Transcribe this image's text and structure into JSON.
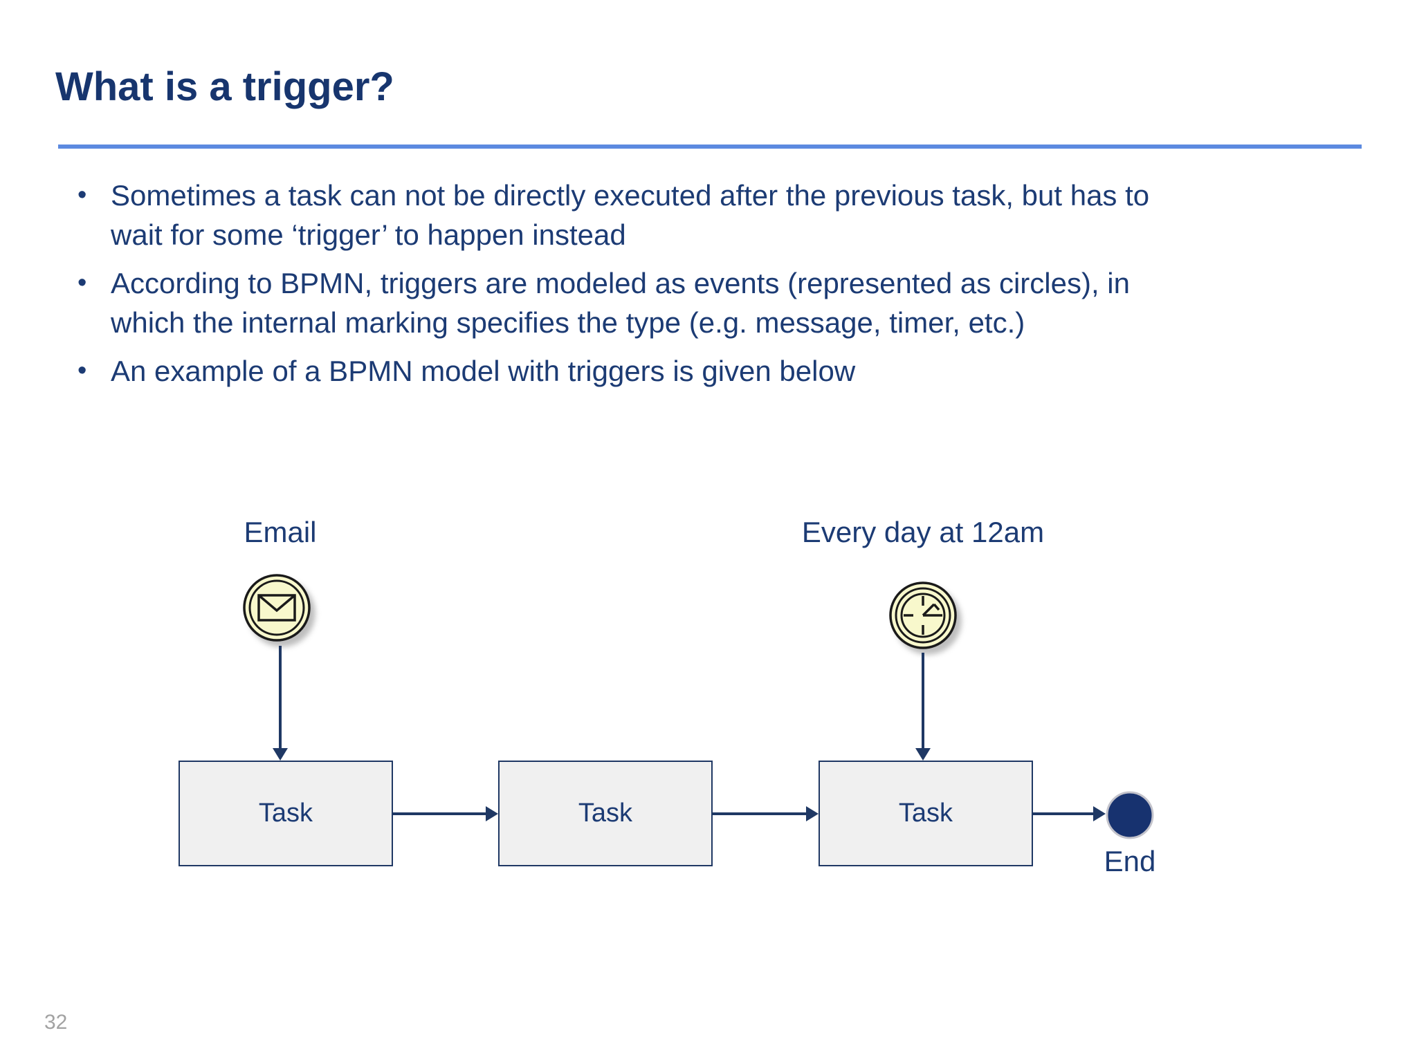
{
  "header": {
    "title": "What is a trigger?",
    "bullet_char": "•"
  },
  "bullets": [
    {
      "lines": [
        "Sometimes a task can not be directly executed after the previous task, but has to",
        "wait for some ‘trigger’ to happen instead"
      ]
    },
    {
      "lines": [
        "According to BPMN, triggers are modeled as events (represented as circles), in",
        "which the internal marking specifies the type (e.g. message, timer, etc.)"
      ]
    },
    {
      "lines": [
        "An example of a BPMN model with triggers is given below"
      ]
    }
  ],
  "diagram": {
    "email_label": "Email",
    "timer_label": "Every day at 12am",
    "task1_label": "Task",
    "task2_label": "Task",
    "task3_label": "Task",
    "end_label": "End",
    "icons": {
      "message_event": "message-envelope-event-icon",
      "timer_event": "timer-clock-event-icon",
      "end_event": "end-event-icon"
    },
    "colors": {
      "navy": "#1f3864",
      "text_navy": "#1c3b74",
      "divider_blue": "#5c8ae0",
      "event_fill": "#f8f8cc",
      "event_stroke": "#1a1a1a",
      "task_fill": "#f0f0f0",
      "end_fill": "#17326f",
      "end_ring": "#c3c3cb",
      "page_number_gray": "#a2a2a2"
    }
  },
  "footer": {
    "page_number": "32"
  }
}
